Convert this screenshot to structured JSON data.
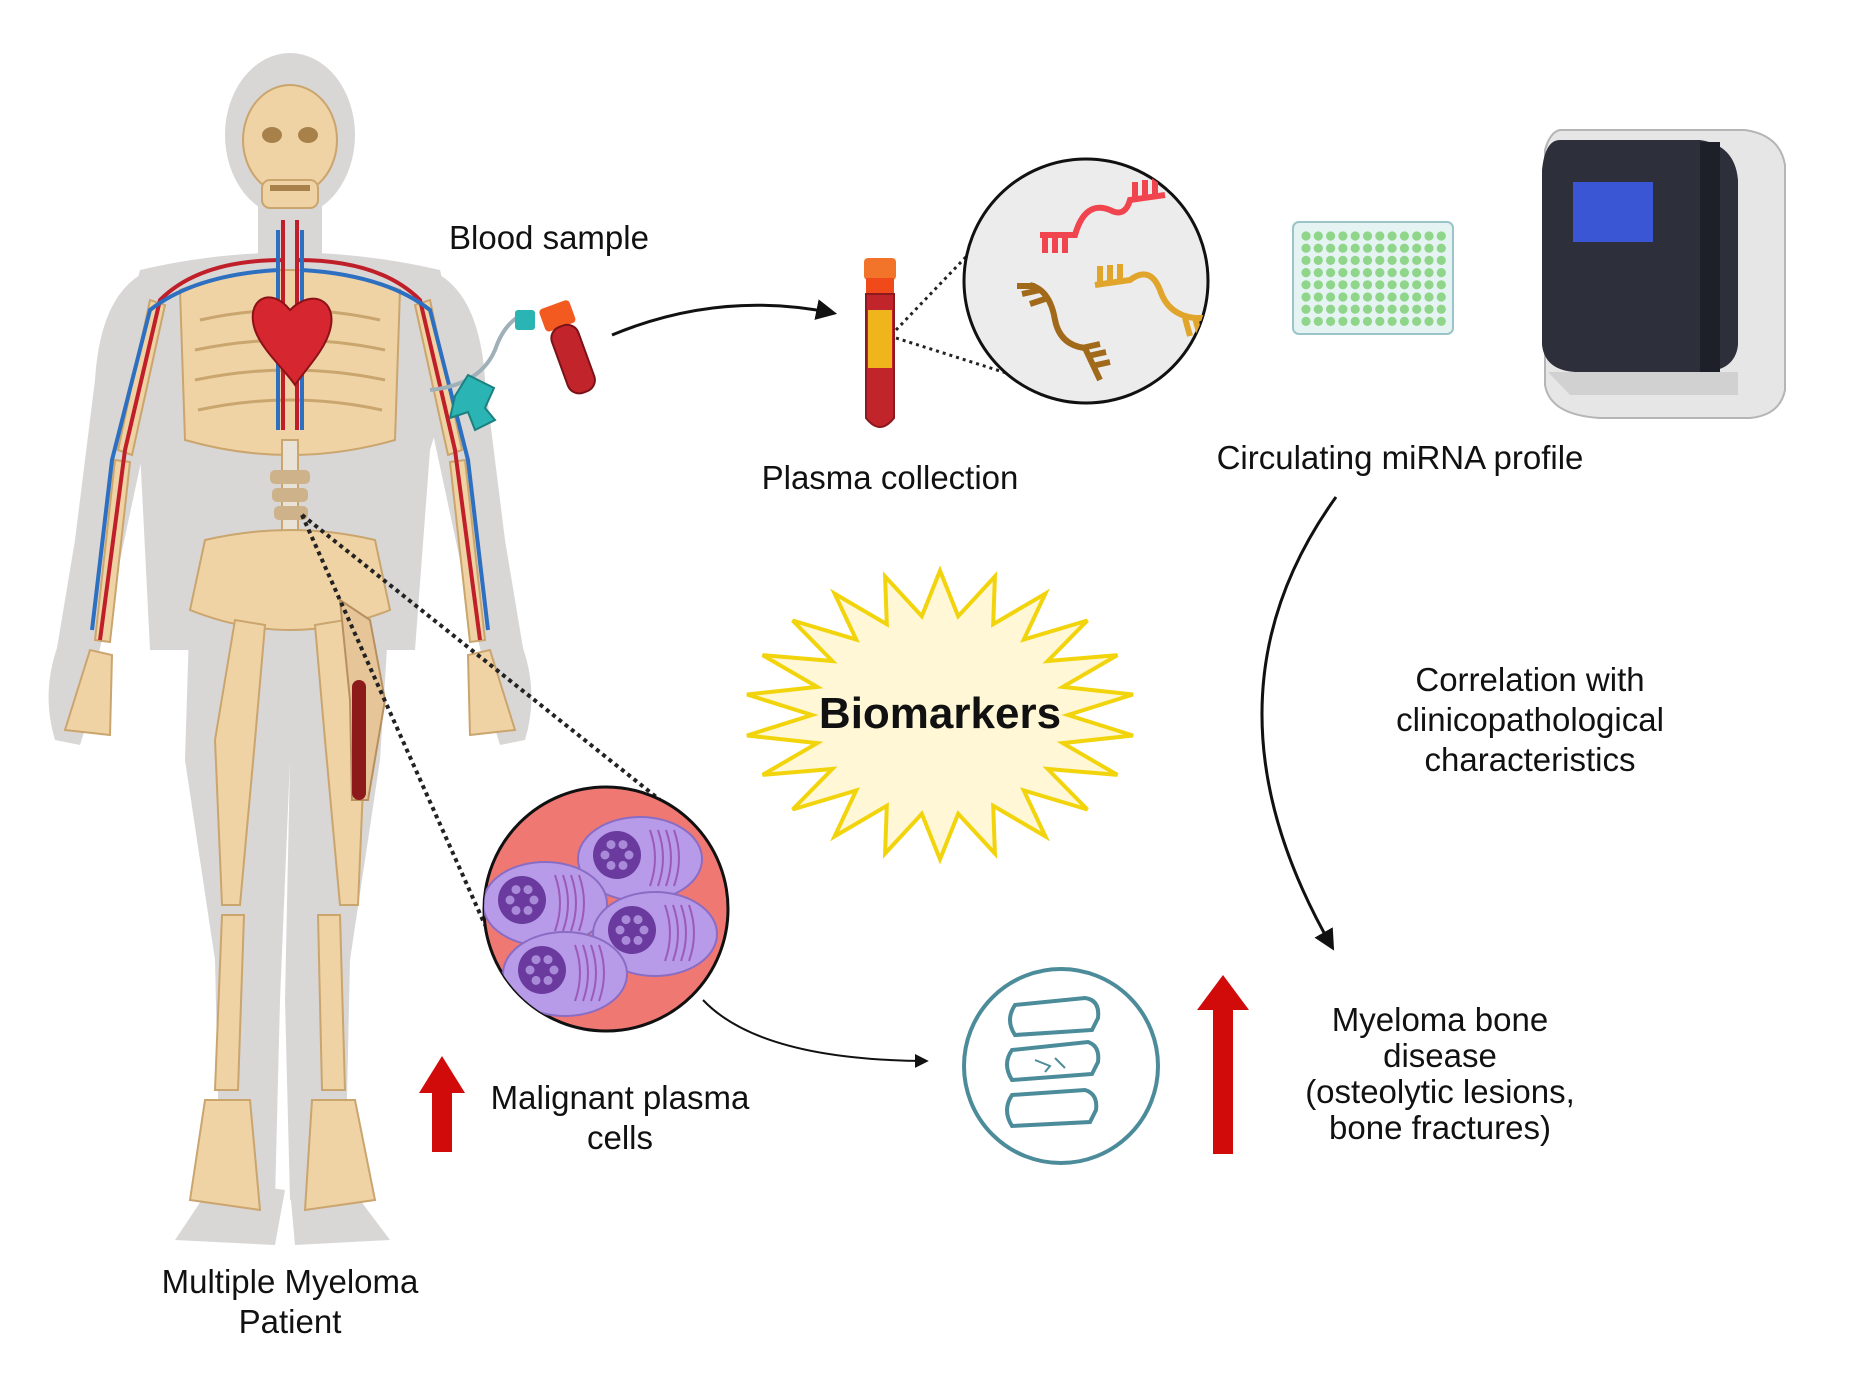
{
  "labels": {
    "patient": [
      "Multiple Myeloma",
      "Patient"
    ],
    "blood_sample": "Blood sample",
    "plasma_collection": "Plasma collection",
    "mirna_profile": "Circulating miRNA profile",
    "correlation": [
      "Correlation with",
      "clinicopathological",
      "characteristics"
    ],
    "biomarkers": "Biomarkers",
    "malignant": [
      "Malignant plasma",
      "cells"
    ],
    "bone_disease": [
      "Myeloma bone",
      "disease",
      "(osteolytic lesions,",
      "bone fractures)"
    ]
  },
  "icons": {
    "body": "human-skeleton-icon",
    "tube": "blood-tube-icon",
    "mirna": "mirna-strand-icon",
    "plate": "well-plate-icon",
    "sequencer": "sequencer-instrument-icon",
    "cells": "plasma-cell-icon",
    "spine": "vertebrae-icon",
    "up": "up-arrow-icon"
  },
  "colors": {
    "accent_red": "#d10a0a",
    "burst_fill": "#fff7d6",
    "burst_stroke": "#f2d40c",
    "cell_bg": "#f07872",
    "cell_purple": "#b79ae8",
    "nucleus": "#6a3a9e",
    "spine_ring": "#4c8c9a",
    "plate_wells": "#8fd68a",
    "mirna_red": "#f0444e",
    "mirna_gold": "#e0a52a",
    "mirna_brown": "#a06a1a"
  }
}
